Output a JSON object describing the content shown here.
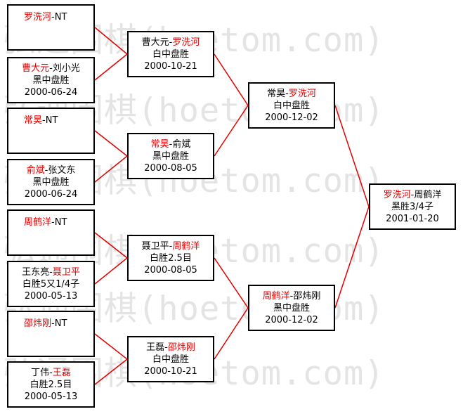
{
  "watermark": "弘通围棋(hoetom.com)",
  "colors": {
    "link": "#e00000",
    "winner": "#e00000",
    "border": "#000000"
  },
  "round1": [
    {
      "first": "罗洗河",
      "sep": "-",
      "second": "NT",
      "winner": "first",
      "result": "",
      "date": ""
    },
    {
      "first": "曹大元",
      "sep": "-",
      "second": "刘小光",
      "winner": "first",
      "result": "黑中盘胜",
      "date": "2000-06-24"
    },
    {
      "first": "常昊",
      "sep": "-",
      "second": "NT",
      "winner": "first",
      "result": "",
      "date": ""
    },
    {
      "first": "俞斌",
      "sep": "-",
      "second": "张文东",
      "winner": "first",
      "result": "黑中盘胜",
      "date": "2000-06-24"
    },
    {
      "first": "周鹤洋",
      "sep": "-",
      "second": "NT",
      "winner": "first",
      "result": "",
      "date": ""
    },
    {
      "first": "王东亮",
      "sep": "-",
      "second": "聂卫平",
      "winner": "second",
      "result": "白胜5又1/4子",
      "date": "2000-05-13"
    },
    {
      "first": "邵炜刚",
      "sep": "-",
      "second": "NT",
      "winner": "first",
      "result": "",
      "date": ""
    },
    {
      "first": "丁伟",
      "sep": "-",
      "second": "王磊",
      "winner": "second",
      "result": "白胜2.5目",
      "date": "2000-05-13"
    }
  ],
  "round2": [
    {
      "first": "曹大元",
      "sep": "-",
      "second": "罗洗河",
      "winner": "second",
      "result": "白中盘胜",
      "date": "2000-10-21"
    },
    {
      "first": "常昊",
      "sep": "-",
      "second": "俞斌",
      "winner": "first",
      "result": "黑中盘胜",
      "date": "2000-08-05"
    },
    {
      "first": "聂卫平",
      "sep": "-",
      "second": "周鹤洋",
      "winner": "second",
      "result": "白胜2.5目",
      "date": "2000-08-05"
    },
    {
      "first": "王磊",
      "sep": "-",
      "second": "邵炜刚",
      "winner": "second",
      "result": "白中盘胜",
      "date": "2000-10-21"
    }
  ],
  "round3": [
    {
      "first": "常昊",
      "sep": "-",
      "second": "罗洗河",
      "winner": "second",
      "result": "白中盘胜",
      "date": "2000-12-02"
    },
    {
      "first": "周鹤洋",
      "sep": "-",
      "second": "邵炜刚",
      "winner": "first",
      "result": "黑中盘胜",
      "date": "2000-12-02"
    }
  ],
  "final": {
    "first": "罗洗河",
    "sep": "-",
    "second": "周鹤洋",
    "winner": "first",
    "result": "黑胜3/4子",
    "date": "2001-01-20"
  }
}
